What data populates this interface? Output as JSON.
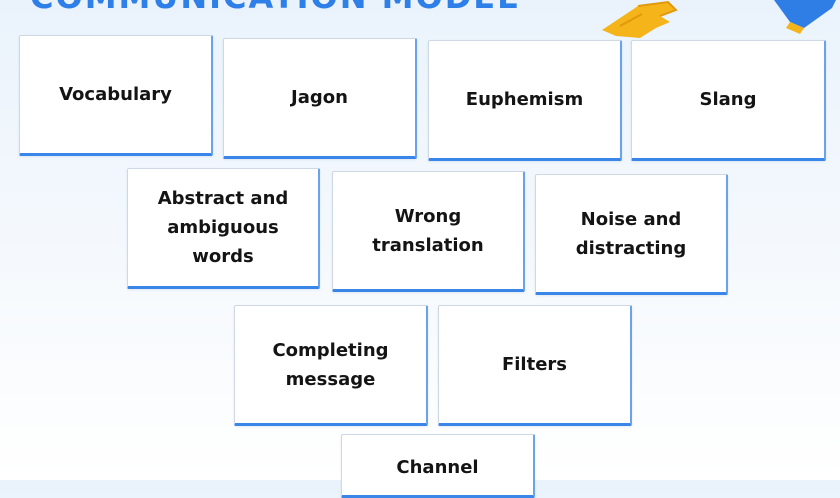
{
  "title": "COMMUNICATION MODEL",
  "colors": {
    "accent": "#3a86e8",
    "title": "#2e7fe8",
    "pointer_hand": "#f4b41a"
  },
  "decorations": [
    "pointing-hand-icon",
    "megaphone-icon"
  ],
  "cards": [
    "Vocabulary",
    "Jagon",
    "Euphemism",
    "Slang",
    "Abstract and ambiguous words",
    "Wrong translation",
    "Noise and distracting",
    "Completing message",
    "Filters",
    "Channel"
  ]
}
